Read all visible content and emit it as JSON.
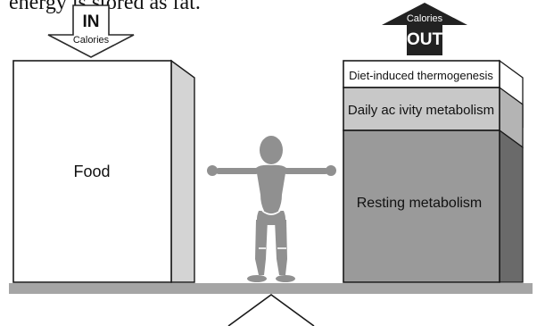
{
  "caption_fragment": "energy is stored as fat.",
  "arrow_in": {
    "big_label": "IN",
    "small_label": "Calories"
  },
  "arrow_out": {
    "big_label": "OUT",
    "small_label": "Calories"
  },
  "food_box": {
    "label": "Food"
  },
  "expenditure_stack": [
    {
      "label": "Diet-induced thermogenesis",
      "fill": "#ffffff"
    },
    {
      "label": "Daily ac ivity metabolism",
      "fill": "#c8c8c8"
    },
    {
      "label": "Resting metabolism",
      "fill": "#9a9a9a"
    }
  ],
  "colors": {
    "figure": "#909090",
    "beam": "#a5a5a5",
    "outline": "#1a1a1a",
    "side_light": "#d4d4d4",
    "side_dark": "#6a6a6a"
  }
}
